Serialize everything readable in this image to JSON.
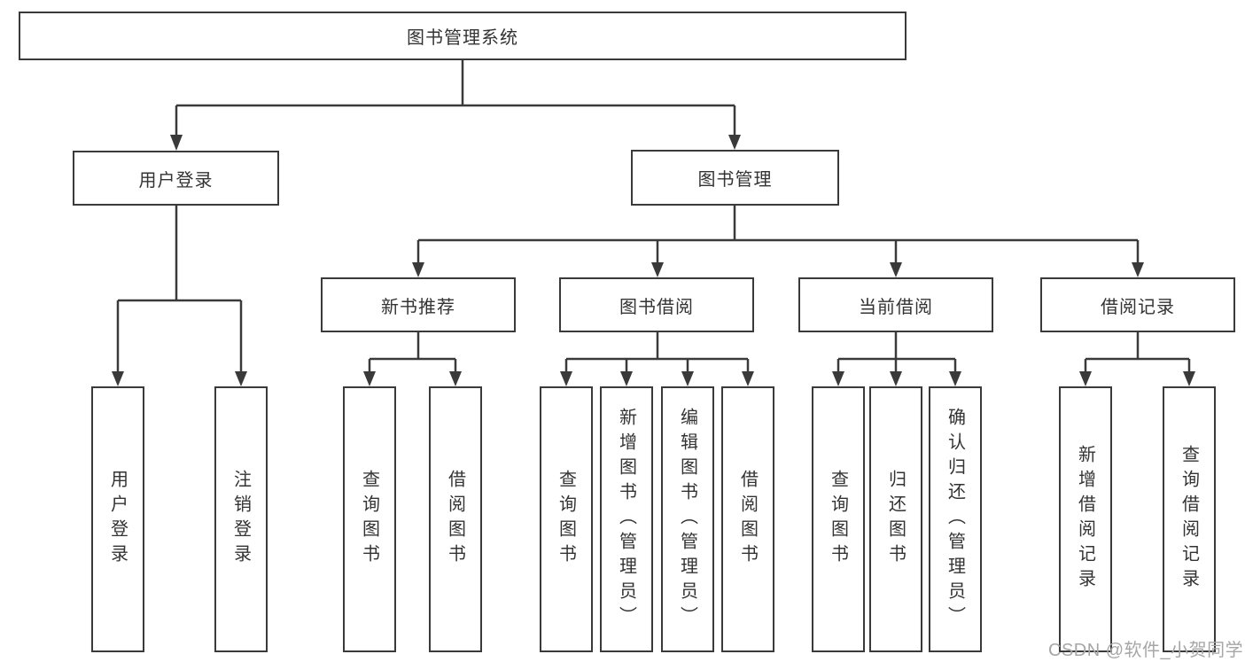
{
  "diagram": {
    "type": "hierarchy-tree",
    "colors": {
      "line": "#3a3a3a",
      "text": "#333333",
      "background": "#ffffff",
      "watermark_text": "#a6a6a6"
    },
    "nodes": {
      "root": {
        "label": "图书管理系统"
      },
      "user_login": {
        "label": "用户登录"
      },
      "book_mgmt": {
        "label": "图书管理"
      },
      "new_book_rec": {
        "label": "新书推荐"
      },
      "book_borrow": {
        "label": "图书借阅"
      },
      "current_borrow": {
        "label": "当前借阅"
      },
      "borrow_records": {
        "label": "借阅记录"
      },
      "leaf_user_login": {
        "label": "用户登录"
      },
      "leaf_logout": {
        "label": "注销登录"
      },
      "leaf_query_book_rec": {
        "label": "查询图书"
      },
      "leaf_borrow_book_rec": {
        "label": "借阅图书"
      },
      "leaf_query_book_borrow": {
        "label": "查询图书"
      },
      "leaf_add_book": {
        "label": "新增图书（管理员）"
      },
      "leaf_edit_book": {
        "label": "编辑图书（管理员）"
      },
      "leaf_borrow_book": {
        "label": "借阅图书"
      },
      "leaf_query_book_current": {
        "label": "查询图书"
      },
      "leaf_return_book": {
        "label": "归还图书"
      },
      "leaf_confirm_return": {
        "label": "确认归还（管理员）"
      },
      "leaf_add_borrow_record": {
        "label": "新增借阅记录"
      },
      "leaf_query_borrow_record": {
        "label": "查询借阅记录"
      }
    },
    "edges": [
      [
        "root",
        "user_login"
      ],
      [
        "root",
        "book_mgmt"
      ],
      [
        "user_login",
        "leaf_user_login"
      ],
      [
        "user_login",
        "leaf_logout"
      ],
      [
        "book_mgmt",
        "new_book_rec"
      ],
      [
        "book_mgmt",
        "book_borrow"
      ],
      [
        "book_mgmt",
        "current_borrow"
      ],
      [
        "book_mgmt",
        "borrow_records"
      ],
      [
        "new_book_rec",
        "leaf_query_book_rec"
      ],
      [
        "new_book_rec",
        "leaf_borrow_book_rec"
      ],
      [
        "book_borrow",
        "leaf_query_book_borrow"
      ],
      [
        "book_borrow",
        "leaf_add_book"
      ],
      [
        "book_borrow",
        "leaf_edit_book"
      ],
      [
        "book_borrow",
        "leaf_borrow_book"
      ],
      [
        "current_borrow",
        "leaf_query_book_current"
      ],
      [
        "current_borrow",
        "leaf_return_book"
      ],
      [
        "current_borrow",
        "leaf_confirm_return"
      ],
      [
        "borrow_records",
        "leaf_add_borrow_record"
      ],
      [
        "borrow_records",
        "leaf_query_borrow_record"
      ]
    ],
    "watermark": "CSDN @软件_小贺同学"
  }
}
